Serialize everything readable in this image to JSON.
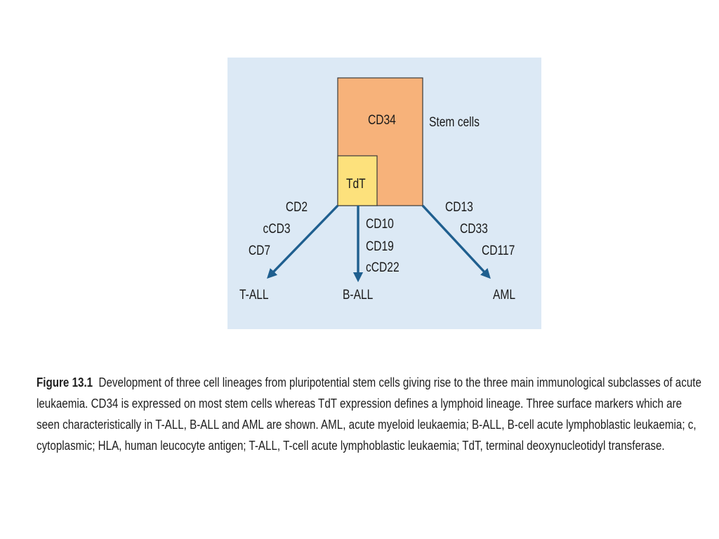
{
  "diagram": {
    "nodes": {
      "cd34": "CD34",
      "tdt": "TdT",
      "stem_cells": "Stem cells"
    },
    "branches": {
      "t_all": {
        "markers": [
          "CD2",
          "cCD3",
          "CD7"
        ],
        "outcome": "T-ALL"
      },
      "b_all": {
        "markers": [
          "CD10",
          "CD19",
          "cCD22"
        ],
        "outcome": "B-ALL"
      },
      "aml": {
        "markers": [
          "CD13",
          "CD33",
          "CD117"
        ],
        "outcome": "AML"
      }
    },
    "colors": {
      "panel_bg": "#dce9f5",
      "cd34_fill": "#f7b27a",
      "tdt_fill": "#fde17c",
      "arrow": "#1f5f8f",
      "box_stroke": "#3a3a3a"
    }
  },
  "caption": {
    "figure_label": "Figure 13.1",
    "lines": [
      "Development of three cell lineages from pluripotential stem cells giving rise to the three main immunological subclasses of acute",
      "leukaemia. CD34 is expressed on most stem cells whereas TdT expression defines a lymphoid lineage. Three surface markers which are",
      "seen characteristically in T-ALL, B-ALL and AML are shown. AML, acute myeloid leukaemia; B-ALL, B-cell acute lymphoblastic leukaemia; c,",
      "cytoplasmic; HLA, human leucocyte antigen; T-ALL, T-cell acute lymphoblastic leukaemia; TdT, terminal deoxynucleotidyl transferase."
    ]
  }
}
